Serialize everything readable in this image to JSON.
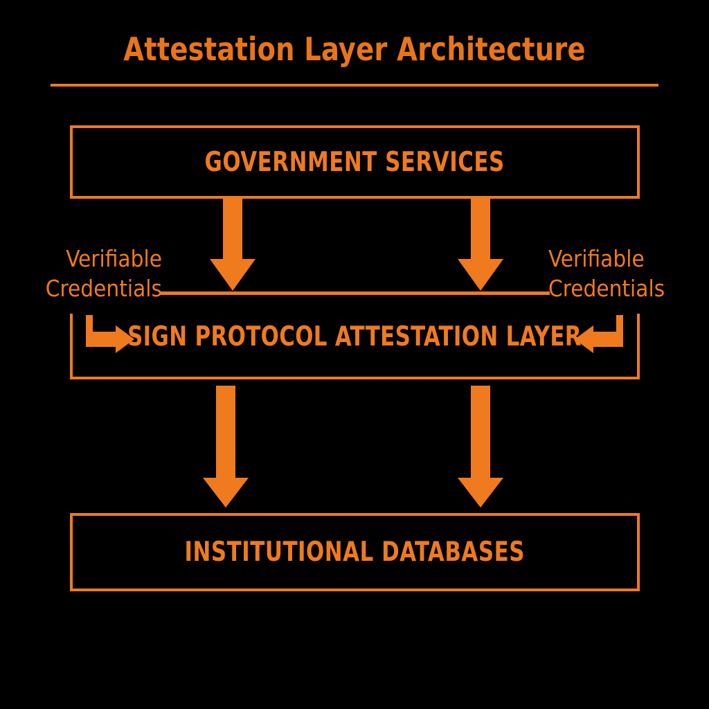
{
  "page": {
    "background_color": "#000000",
    "accent_color": "#EF7B1E",
    "title_color": "#E8751A"
  },
  "header": {
    "title": "Attestation Layer Architecture"
  },
  "diagram": {
    "type": "flow-diagram",
    "nodes": [
      {
        "id": "government-services",
        "label": "GOVERNMENT SERVICES"
      },
      {
        "id": "sign-protocol-attestation",
        "label": "SIGN PROTOCOL ATTESTATION LAYER"
      },
      {
        "id": "institutional-databases",
        "label": "INSTITUTIONAL DATABASES"
      }
    ],
    "edge_labels": {
      "left": {
        "line1": "Verifiable",
        "line2": "Credentials"
      },
      "right": {
        "line1": "Verifiable",
        "line2": "Credentials"
      }
    },
    "edges": [
      {
        "from": "government-services",
        "to": "sign-protocol-attestation",
        "label": "Verifiable Credentials",
        "style": "down-arrow"
      },
      {
        "from": "government-services",
        "to": "sign-protocol-attestation",
        "label": "Verifiable Credentials",
        "style": "down-arrow"
      },
      {
        "from": "left-credentials",
        "to": "sign-protocol-attestation",
        "label": "",
        "style": "elbow-right-arrow"
      },
      {
        "from": "right-credentials",
        "to": "sign-protocol-attestation",
        "label": "",
        "style": "elbow-left-arrow"
      },
      {
        "from": "sign-protocol-attestation",
        "to": "institutional-databases",
        "label": "",
        "style": "down-arrow"
      },
      {
        "from": "sign-protocol-attestation",
        "to": "institutional-databases",
        "label": "",
        "style": "down-arrow"
      }
    ]
  }
}
